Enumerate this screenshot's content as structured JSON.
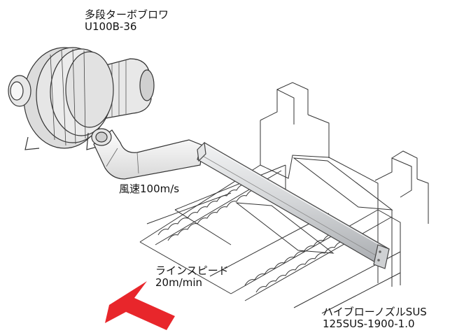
{
  "blower": {
    "name": "多段ターボブロワ",
    "model": "U100B-36"
  },
  "air_speed": {
    "text": "風速100m/s"
  },
  "line_speed": {
    "name": "ラインスピード",
    "value": "20m/min"
  },
  "nozzle": {
    "name": "ハイブローノズルSUS",
    "model": "125SUS-1900-1.0"
  },
  "colors": {
    "arrow": "#e8262b",
    "nozzle_body": "#d4d6d8",
    "line": "#333333"
  },
  "icons": {
    "direction": "arrow-left-icon"
  }
}
